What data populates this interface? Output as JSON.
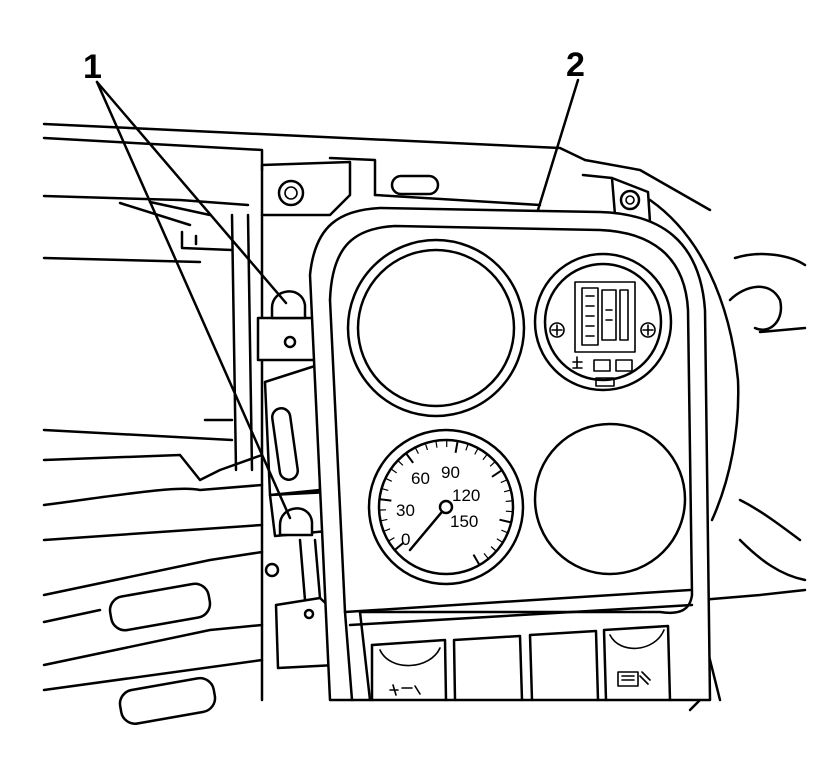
{
  "callouts": [
    {
      "id": "1",
      "label": "1"
    },
    {
      "id": "2",
      "label": "2"
    }
  ],
  "gauge": {
    "ticks": [
      "0",
      "30",
      "60",
      "90",
      "120",
      "150"
    ]
  }
}
